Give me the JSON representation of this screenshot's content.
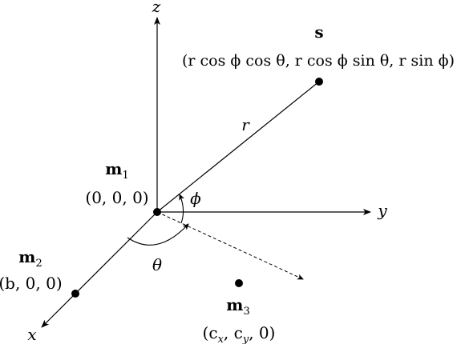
{
  "axes": {
    "x_label": "x",
    "y_label": "y",
    "z_label": "z"
  },
  "points": {
    "s": {
      "label": "s",
      "coords": "(r cos ϕ cos θ, r cos ϕ sin θ, r sin ϕ)"
    },
    "m1": {
      "label_main": "m",
      "label_sub": "1",
      "coords": "(0, 0, 0)"
    },
    "m2": {
      "label_main": "m",
      "label_sub": "2",
      "coords": "(b, 0, 0)"
    },
    "m3": {
      "label_main": "m",
      "label_sub": "3",
      "coords_open": "(c",
      "coords_x_sub": "x",
      "coords_mid": ", c",
      "coords_y_sub": "y",
      "coords_close": ", 0)"
    }
  },
  "angles": {
    "phi": "ϕ",
    "theta": "θ"
  },
  "radius_label": "r"
}
